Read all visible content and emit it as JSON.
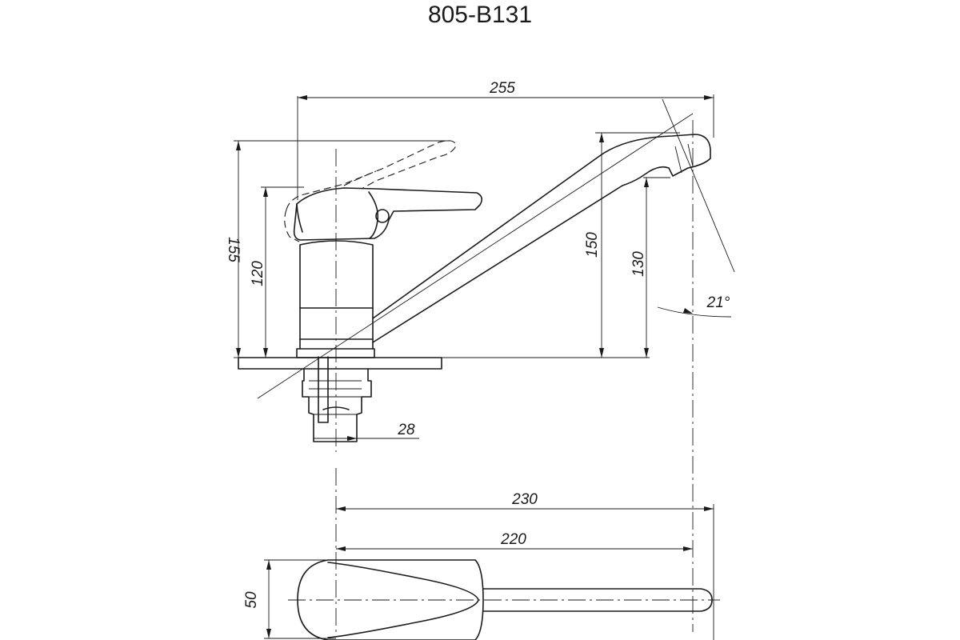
{
  "drawing": {
    "title": "805-B131",
    "dimensions": {
      "overall_reach": "255",
      "total_height": "155",
      "body_height": "120",
      "spout_height": "150",
      "spout_outlet_height": "130",
      "shank_diameter": "28",
      "swivel_angle": "21°",
      "spout_reach_axis": "230",
      "spout_reach_outlet": "220",
      "body_width": "50"
    }
  }
}
